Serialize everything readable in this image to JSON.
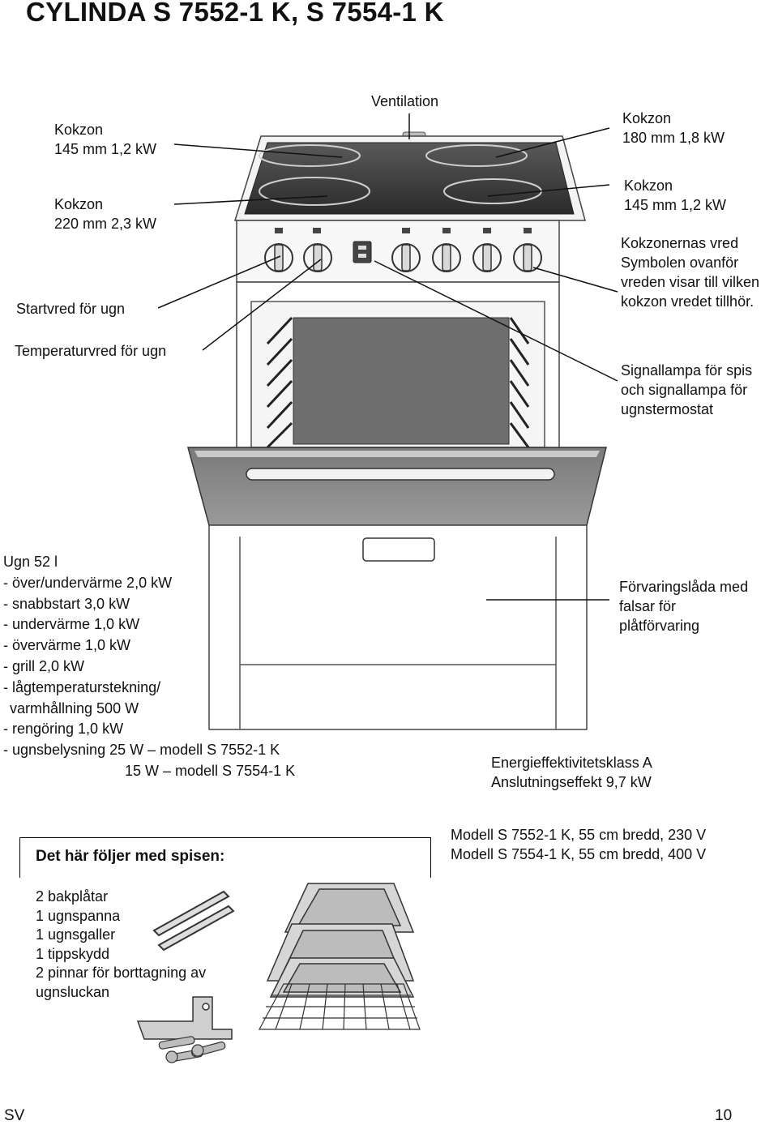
{
  "title": "CYLINDA  S 7552-1 K, S 7554-1 K",
  "labels": {
    "ventilation": "Ventilation",
    "kokzon_145_left": [
      "Kokzon",
      "145 mm 1,2 kW"
    ],
    "kokzon_220": [
      "Kokzon",
      "220 mm 2,3 kW"
    ],
    "startvred": "Startvred för ugn",
    "temperaturvred": "Temperaturvred för ugn",
    "kokzon_180": [
      "Kokzon",
      "180 mm 1,8 kW"
    ],
    "kokzon_145_right": [
      "Kokzon",
      "145 mm 1,2 kW"
    ],
    "kokzonernas_vred": [
      "Kokzonernas vred",
      "Symbolen ovanför",
      "vreden visar till vilken",
      "kokzon vredet tillhör."
    ],
    "signallampa": [
      "Signallampa för spis",
      "och signallampa för",
      "ugnstermostat"
    ],
    "forvaringslada": [
      "Förvaringslåda med",
      "falsar för",
      "plåtförvaring"
    ]
  },
  "oven_specs": [
    "Ugn 52 l",
    "- över/undervärme 2,0 kW",
    "- snabbstart 3,0 kW",
    "- undervärme 1,0 kW",
    "- övervärme 1,0 kW",
    "- grill 2,0 kW",
    "- lågtemperaturstekning/",
    "   varmhållning 500 W",
    "- rengöring 1,0 kW",
    "- ugnsbelysning 25 W – modell S 7552-1 K",
    "15 W – modell S 7554-1 K"
  ],
  "energy": [
    "Energieffektivitetsklass A",
    "Anslutningseffekt 9,7 kW"
  ],
  "models": [
    "Modell S 7552-1 K, 55 cm bredd, 230 V",
    "Modell S 7554-1 K, 55 cm bredd, 400 V"
  ],
  "included": {
    "heading": "Det här följer med spisen:",
    "items": [
      "2 bakplåtar",
      "1 ugnspanna",
      "1 ugnsgaller",
      "1 tippskydd",
      "2 pinnar för borttagning av",
      "ugnsluckan"
    ]
  },
  "footer": {
    "lang": "SV",
    "page": "10"
  }
}
